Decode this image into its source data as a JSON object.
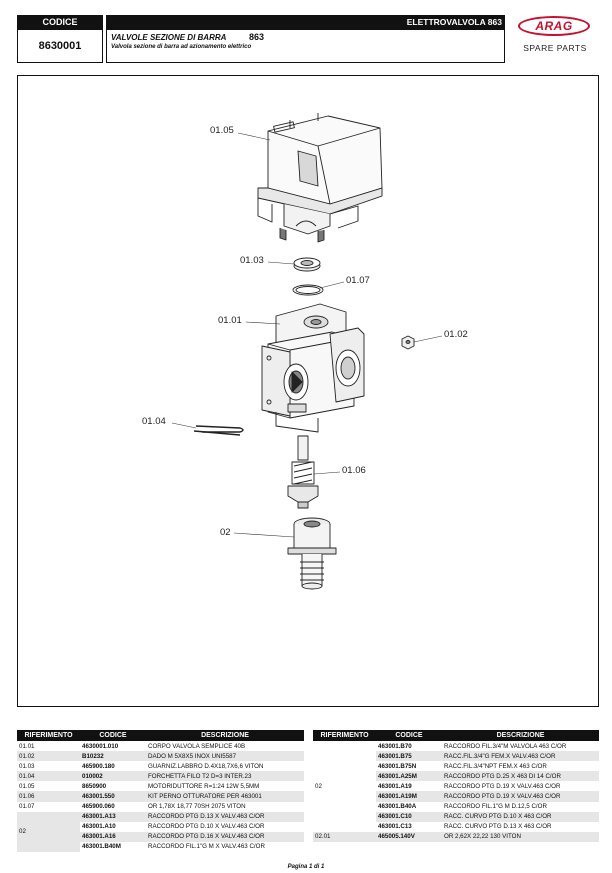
{
  "header": {
    "code_label": "CODICE",
    "code_value": "8630001",
    "category": "ELETTROVALVOLA 863",
    "title": "VALVOLE SEZIONE DI BARRA",
    "model": "863",
    "subtitle": "Valvola sezione di barra ad azionamento elettrico"
  },
  "brand": {
    "name": "ARAG",
    "tagline": "SPARE PARTS",
    "color": "#c8102e"
  },
  "drawing": {
    "callouts": [
      "01.05",
      "01.03",
      "01.07",
      "01.01",
      "01.02",
      "01.04",
      "01.06",
      "02"
    ]
  },
  "table_headers": {
    "ref": "RIFERIMENTO",
    "code": "CODICE",
    "desc": "DESCRIZIONE"
  },
  "left_table": [
    {
      "ref": "01.01",
      "code": "4630001.010",
      "desc": "CORPO VALVOLA SEMPLICE 40B"
    },
    {
      "ref": "01.02",
      "code": "B10232",
      "desc": "DADO M 5X8X5    INOX  UNI5587"
    },
    {
      "ref": "01.03",
      "code": "465900.180",
      "desc": "GUARNIZ.LABBRO D.4X18,7X6,6 VITON"
    },
    {
      "ref": "01.04",
      "code": "010002",
      "desc": "FORCHETTA FILO T2 D=3 INTER.23"
    },
    {
      "ref": "01.05",
      "code": "8650900",
      "desc": "MOTORIDUTTORE R=1:24 12W 5,5MM"
    },
    {
      "ref": "01.06",
      "code": "463001.550",
      "desc": "KIT PERNO OTTURATORE PER 463001"
    },
    {
      "ref": "01.07",
      "code": "465900.060",
      "desc": "OR  1,78X 18,77 70SH     2075 VITON"
    },
    {
      "ref": "02",
      "code": "463001.A13",
      "desc": "RACCORDO PTG D.13 X VALV.463 C/OR"
    },
    {
      "ref": "",
      "code": "463001.A10",
      "desc": "RACCORDO PTG D.10 X VALV.463 C/OR"
    },
    {
      "ref": "",
      "code": "463001.A16",
      "desc": "RACCORDO PTG D.16 X VALV.463 C/OR"
    },
    {
      "ref": "",
      "code": "463001.B40M",
      "desc": "RACCORDO FIL.1\"G M X VALV.463  C/OR"
    }
  ],
  "right_table": [
    {
      "ref": "",
      "code": "463001.B70",
      "desc": "RACCORDO FIL.3/4\"M VALVOLA 463 C/OR"
    },
    {
      "ref": "",
      "code": "463001.B75",
      "desc": "RACC.FIL.3/4\"G FEM.X VALV.463 C/OR"
    },
    {
      "ref": "",
      "code": "463001.B75N",
      "desc": "RACC.FIL.3/4\"NPT FEM.X 463 C/OR"
    },
    {
      "ref": "",
      "code": "463001.A25M",
      "desc": "RACCORDO PTG D.25 X 463 DI 14 C/OR"
    },
    {
      "ref": "02",
      "code": "463001.A19",
      "desc": "RACCORDO PTG D.19 X VALV.463 C/OR"
    },
    {
      "ref": "",
      "code": "463001.A19M",
      "desc": "RACCORDO PTG D.19 X VALV.463 C/OR"
    },
    {
      "ref": "",
      "code": "463001.B40A",
      "desc": "RACCORDO FIL.1\"G M D.12,5  C/OR"
    },
    {
      "ref": "",
      "code": "463001.C10",
      "desc": "RACC. CURVO PTG D.10 X 463 C/OR"
    },
    {
      "ref": "",
      "code": "463001.C13",
      "desc": "RACC. CURVO PTG D.13 X 463 C/OR"
    },
    {
      "ref": "02.01",
      "code": "465005.140V",
      "desc": "OR  2,62X 22,22          130 VITON"
    }
  ],
  "footer": "Pagina 1 di 1"
}
